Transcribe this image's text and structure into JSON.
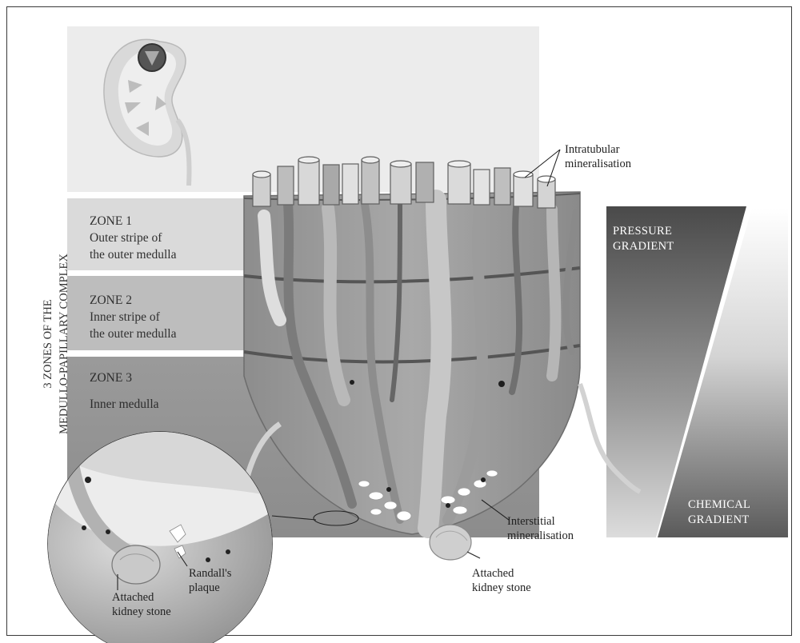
{
  "side_title": {
    "line1": "3 ZONES OF THE",
    "line2": "MEDULLO-PAPILLARY COMPLEX"
  },
  "zones": [
    {
      "title": "ZONE 1",
      "line1": "Outer stripe of",
      "line2": "the outer medulla"
    },
    {
      "title": "ZONE 2",
      "line1": "Inner stripe of",
      "line2": "the outer medulla"
    },
    {
      "title": "ZONE 3",
      "line1": "Inner medulla"
    }
  ],
  "gradients": {
    "pressure": {
      "line1": "PRESSURE",
      "line2": "GRADIENT"
    },
    "chemical": {
      "line1": "CHEMICAL",
      "line2": "GRADIENT"
    }
  },
  "callouts": {
    "intratubular": {
      "line1": "Intratubular",
      "line2": "mineralisation"
    },
    "interstitial": {
      "line1": "Interstitial",
      "line2": "mineralisation"
    },
    "attached_stone": {
      "line1": "Attached",
      "line2": "kidney stone"
    },
    "inset_stone": {
      "line1": "Attached",
      "line2": "kidney stone"
    },
    "randall": {
      "line1": "Randall's",
      "line2": "plaque"
    }
  }
}
